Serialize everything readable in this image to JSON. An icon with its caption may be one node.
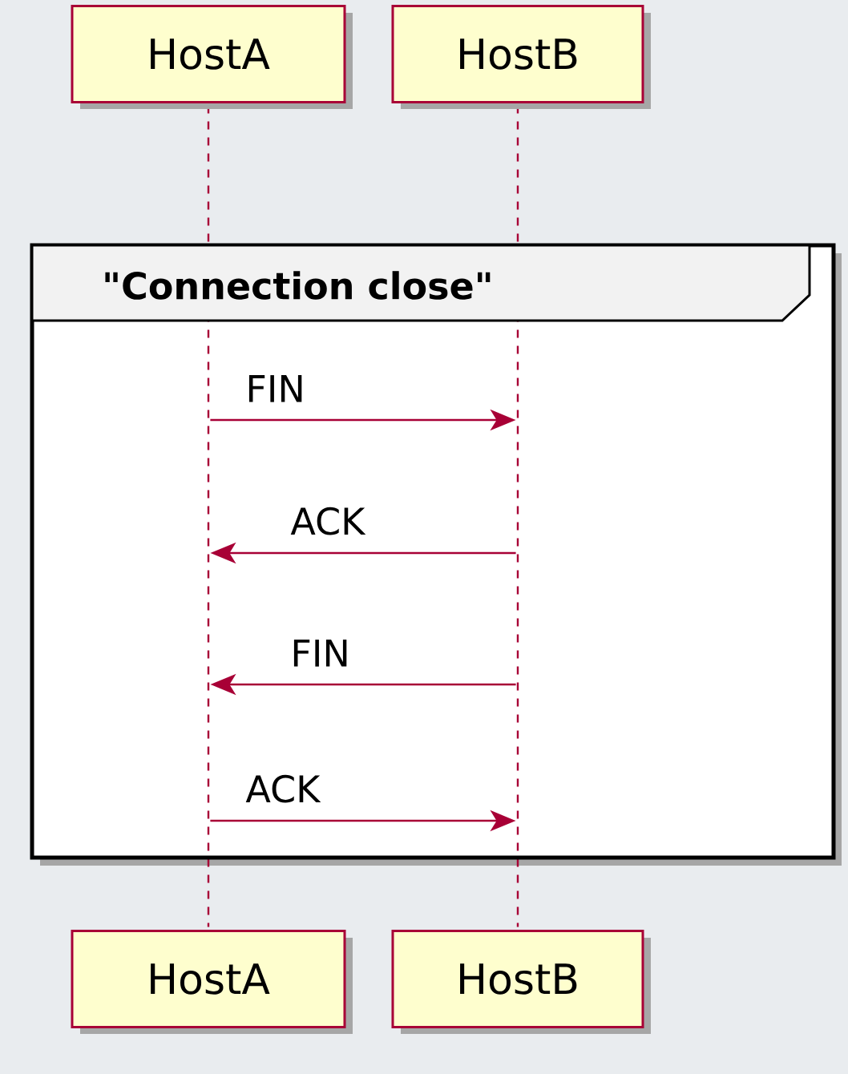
{
  "diagram": {
    "nodes": [
      {
        "text": [
          "HostA"
        ]
      },
      {
        "text": [
          "HostB"
        ]
      },
      {
        "text": [
          "HostA"
        ]
      },
      {
        "text": [
          "HostB"
        ]
      },
      {
        "text": [],
        "shape": "line"
      },
      {
        "text": [],
        "shape": "line"
      }
    ],
    "edges": [
      {
        "from": 4,
        "to": 5,
        "arrow": "to",
        "label": "FIN"
      },
      {
        "from": 5,
        "to": 4,
        "arrow": "to",
        "label": "ACK"
      },
      {
        "from": 5,
        "to": 4,
        "arrow": "to",
        "label": "FIN"
      },
      {
        "from": 4,
        "to": 5,
        "arrow": "to",
        "label": "ACK"
      }
    ],
    "labels": [
      "\"Connection close\""
    ]
  }
}
